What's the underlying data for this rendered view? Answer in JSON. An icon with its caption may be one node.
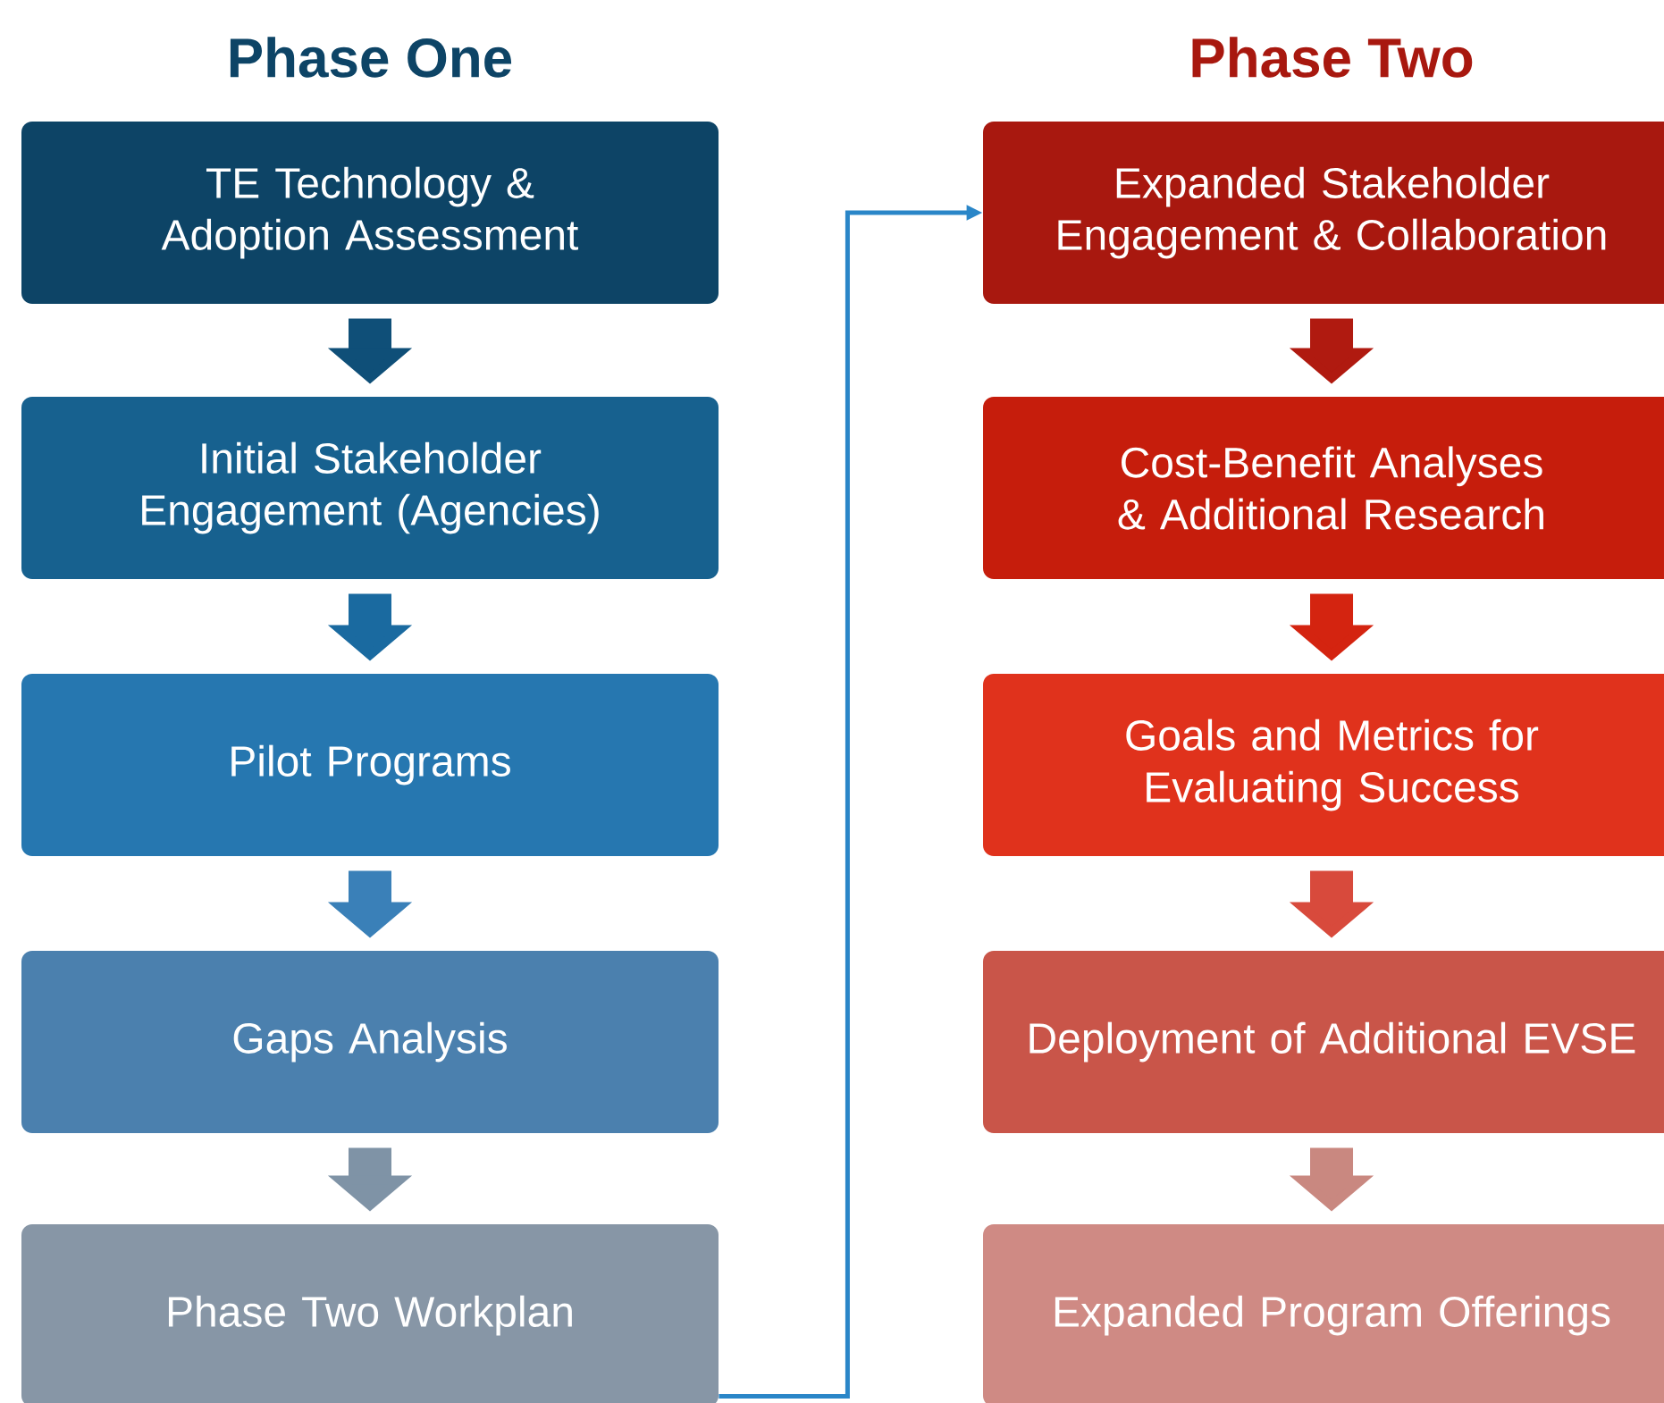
{
  "diagram": {
    "nodes": [
      {
        "text": [
          "TE Technology & Adoption Assessment"
        ]
      },
      {
        "text": [
          "Initial Stakeholder Engagement (Agencies)"
        ]
      },
      {
        "text": [
          "Pilot Programs"
        ]
      },
      {
        "text": [
          "Gaps Analysis"
        ]
      },
      {
        "text": [
          "Phase Two Workplan"
        ]
      },
      {
        "text": [
          "Expanded Stakeholder Engagement & Collaboration"
        ]
      },
      {
        "text": [
          "Cost-Benefit Analyses & Additional Research"
        ]
      },
      {
        "text": [
          "Goals and Metrics for Evaluating Success"
        ]
      },
      {
        "text": [
          "Deployment of Additional EVSE"
        ]
      },
      {
        "text": [
          "Expanded Program Offerings"
        ]
      }
    ],
    "edges": [
      {
        "from": 0,
        "to": 1,
        "arrow": "to",
        "color": "#0f4f78"
      },
      {
        "from": 1,
        "to": 2,
        "arrow": "to",
        "color": "#1a6aa0"
      },
      {
        "from": 2,
        "to": 3,
        "arrow": "to",
        "color": "#3a80b8"
      },
      {
        "from": 3,
        "to": 4,
        "arrow": "to",
        "color": "#7f93a6"
      },
      {
        "from": 4,
        "to": 5,
        "arrow": "to",
        "color": "#2a86c8"
      },
      {
        "from": 5,
        "to": 6,
        "arrow": "to",
        "color": "#b01a10"
      },
      {
        "from": 6,
        "to": 7,
        "arrow": "to",
        "color": "#d42410"
      },
      {
        "from": 7,
        "to": 8,
        "arrow": "to",
        "color": "#d84a3c"
      },
      {
        "from": 8,
        "to": 9,
        "arrow": "to",
        "color": "#c98880"
      }
    ],
    "labels": [
      "Phase One",
      "Phase Two"
    ]
  }
}
